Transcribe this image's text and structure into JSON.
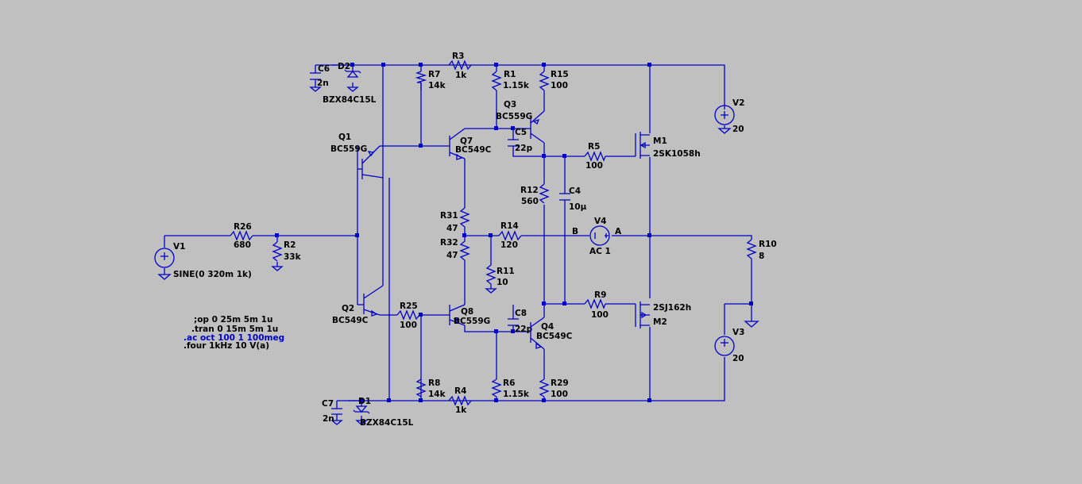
{
  "colors": {
    "background": "#c0c0c0",
    "wire": "#0000c8",
    "text": "#000000",
    "directive_ac": "#0000c8"
  },
  "components": {
    "C6": {
      "name": "C6",
      "value": "2n"
    },
    "D2": {
      "name": "D2",
      "value": "BZX84C15L"
    },
    "C7": {
      "name": "C7",
      "value": "2n"
    },
    "D1": {
      "name": "D1",
      "value": "BZX84C15L"
    },
    "R3": {
      "name": "R3",
      "value": "1k"
    },
    "R7": {
      "name": "R7",
      "value": "14k"
    },
    "R1": {
      "name": "R1",
      "value": "1.15k"
    },
    "R15": {
      "name": "R15",
      "value": "100"
    },
    "Q3": {
      "name": "Q3",
      "value": "BC559G"
    },
    "C5": {
      "name": "C5",
      "value": "22p"
    },
    "Q1": {
      "name": "Q1",
      "value": "BC559G"
    },
    "Q7": {
      "name": "Q7",
      "value": "BC549C"
    },
    "R5": {
      "name": "R5",
      "value": "100"
    },
    "M1": {
      "name": "M1",
      "value": "2SK1058h"
    },
    "V2": {
      "name": "V2",
      "value": "20"
    },
    "R12": {
      "name": "R12",
      "value": "560"
    },
    "C4": {
      "name": "C4",
      "value": "10µ"
    },
    "R31": {
      "name": "R31",
      "value": "47"
    },
    "R32": {
      "name": "R32",
      "value": "47"
    },
    "R14": {
      "name": "R14",
      "value": "120"
    },
    "V4": {
      "name": "V4",
      "value": "AC 1",
      "pin_b": "B",
      "pin_a": "A"
    },
    "R10": {
      "name": "R10",
      "value": "8"
    },
    "V1": {
      "name": "V1",
      "value": "SINE(0 320m 1k)"
    },
    "R26": {
      "name": "R26",
      "value": "680"
    },
    "R2": {
      "name": "R2",
      "value": "33k"
    },
    "R11": {
      "name": "R11",
      "value": "10"
    },
    "Q2": {
      "name": "Q2",
      "value": "BC549C"
    },
    "R25": {
      "name": "R25",
      "value": "100"
    },
    "Q8": {
      "name": "Q8",
      "value": "BC559G"
    },
    "C8": {
      "name": "C8",
      "value": "22p"
    },
    "Q4": {
      "name": "Q4",
      "value": "BC549C"
    },
    "R9": {
      "name": "R9",
      "value": "100"
    },
    "M2": {
      "name": "M2",
      "value": "2SJ162h"
    },
    "V3": {
      "name": "V3",
      "value": "20"
    },
    "R8": {
      "name": "R8",
      "value": "14k"
    },
    "R4": {
      "name": "R4",
      "value": "1k"
    },
    "R6": {
      "name": "R6",
      "value": "1.15k"
    },
    "R29": {
      "name": "R29",
      "value": "100"
    }
  },
  "directives": {
    "op": ";op 0 25m 5m 1u",
    "tran": ".tran 0 15m 5m 1u",
    "ac": ".ac oct 100 1 100meg",
    "four": ".four 1kHz 10  V(a)"
  }
}
